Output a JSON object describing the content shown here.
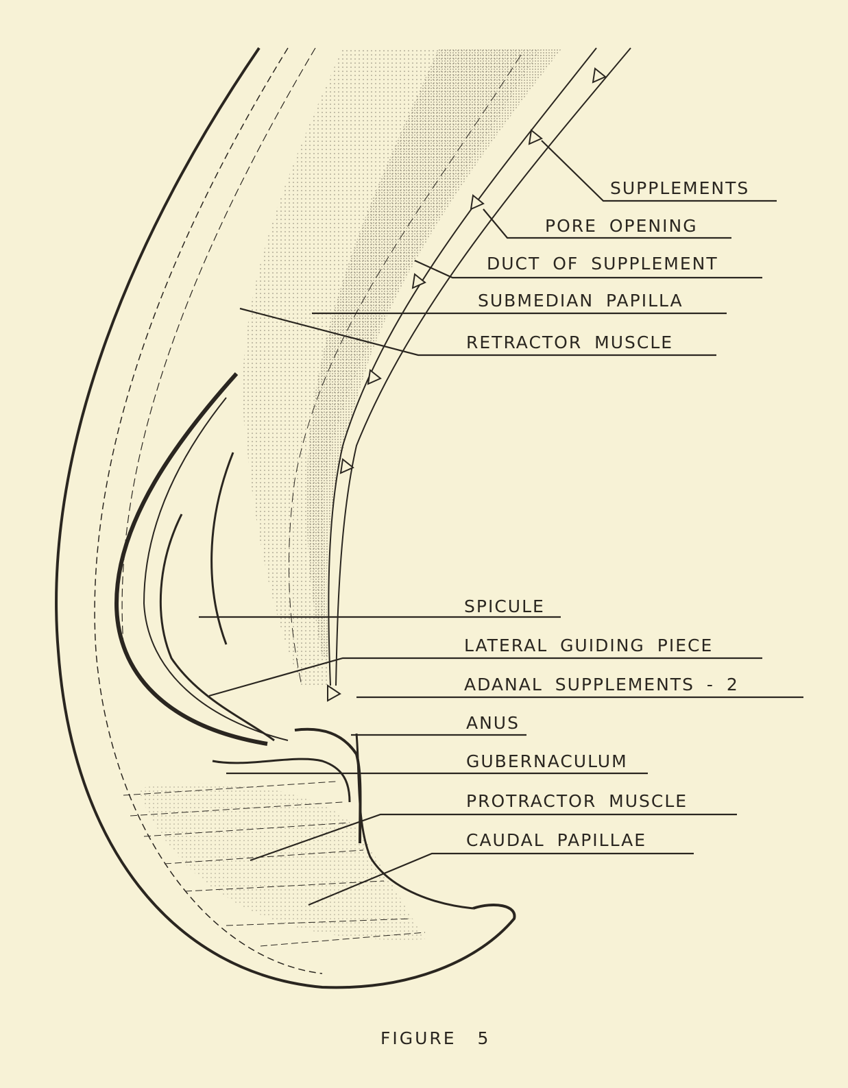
{
  "labels": {
    "supplements": "SUPPLEMENTS",
    "pore_opening": "PORE OPENING",
    "duct_of_supplement": "DUCT OF SUPPLEMENT",
    "submedian_papilla": "SUBMEDIAN PAPILLA",
    "retractor_muscle": "RETRACTOR MUSCLE",
    "spicule": "SPICULE",
    "lateral_guiding_piece": "LATERAL GUIDING PIECE",
    "adanal_supplements": "ADANAL SUPPLEMENTS - 2",
    "anus": "ANUS",
    "gubernaculum": "GUBERNACULUM",
    "protractor_muscle": "PROTRACTOR MUSCLE",
    "caudal_papillae": "CAUDAL PAPILLAE"
  },
  "caption": "FIGURE 5"
}
